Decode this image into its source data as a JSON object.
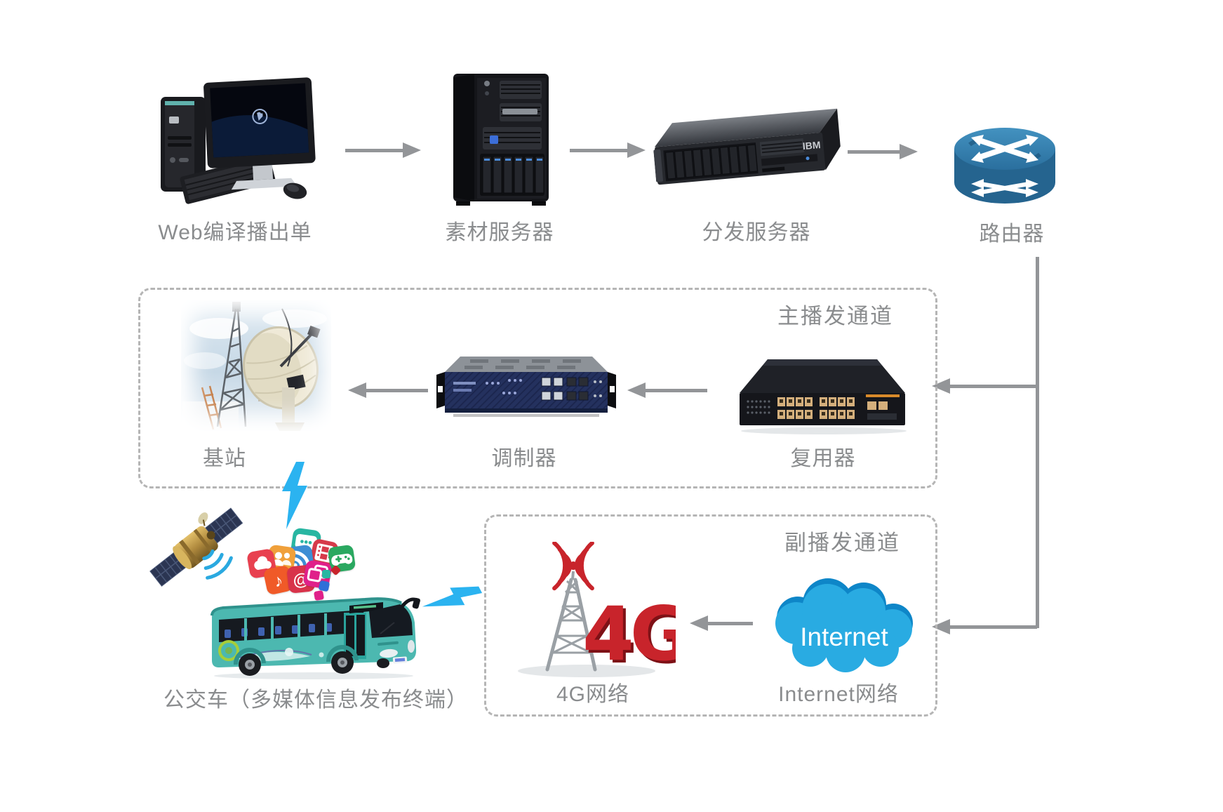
{
  "top_row": {
    "nodes": [
      {
        "id": "web-playout",
        "label": "Web编译播出单"
      },
      {
        "id": "material-server",
        "label": "素材服务器"
      },
      {
        "id": "distribution-server",
        "label": "分发服务器",
        "badge": "IBM"
      },
      {
        "id": "router",
        "label": "路由器"
      }
    ]
  },
  "main_channel": {
    "title": "主播发通道",
    "nodes": [
      {
        "id": "base-station",
        "label": "基站"
      },
      {
        "id": "modulator",
        "label": "调制器"
      },
      {
        "id": "multiplexer",
        "label": "复用器"
      }
    ]
  },
  "secondary_channel": {
    "title": "副播发通道",
    "tower_text": "4G",
    "cloud_text": "Internet",
    "nodes": [
      {
        "id": "4g-network",
        "label": "4G网络"
      },
      {
        "id": "internet-network",
        "label": "Internet网络"
      }
    ]
  },
  "terminal": {
    "bus_label": "公交车（多媒体信息发布终端）"
  },
  "media_icons": [
    "chat",
    "film",
    "gamepad",
    "rss",
    "people",
    "cloud",
    "music-note",
    "at-sign",
    "photos"
  ],
  "colors": {
    "arrow_gray": "#939598",
    "label_text": "#8a8c8e",
    "dashed_border": "#b5b5b5",
    "router_blue": "#2e7ca8",
    "cloud_blue": "#29abe2",
    "alert_red": "#c8242b",
    "bus_teal": "#4cb8b0",
    "lightning_blue": "#2bb3f0"
  }
}
